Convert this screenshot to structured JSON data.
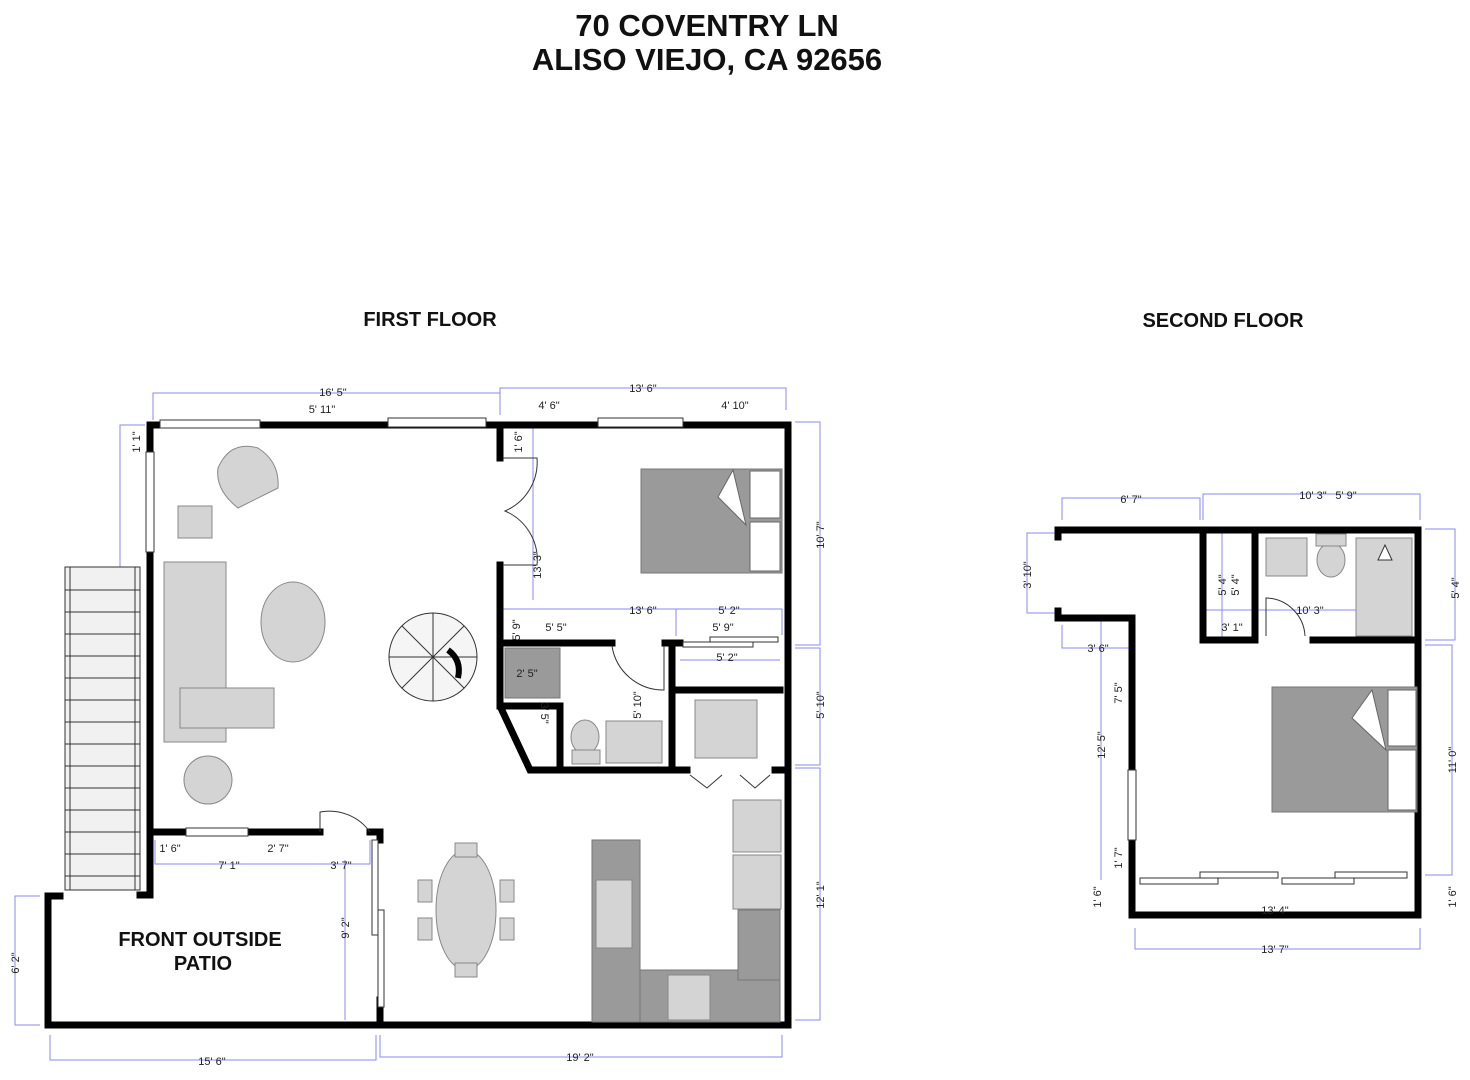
{
  "header": {
    "address_line1": "70 COVENTRY LN",
    "address_line2": "ALISO VIEJO, CA 92656"
  },
  "first_floor": {
    "label": "FIRST FLOOR",
    "room_labels": {
      "patio_line1": "FRONT OUTSIDE",
      "patio_line2": "PATIO"
    },
    "dims": [
      "16' 5\"",
      "5' 11\"",
      "13' 6\"",
      "4' 6\"",
      "4' 10\"",
      "1' 1\"",
      "1' 6\"",
      "13' 3\"",
      "10' 7\"",
      "13' 6\"",
      "5' 2\"",
      "5' 9\"",
      "5' 5\"",
      "5' 9\"",
      "5' 2\"",
      "2' 5\"",
      "3' 5\"",
      "5' 10\"",
      "5' 10\"",
      "12' 1\"",
      "1' 6\"",
      "2' 7\"",
      "7' 1\"",
      "3' 7\"",
      "9' 2\"",
      "6' 2\"",
      "15' 6\"",
      "19' 2\""
    ]
  },
  "second_floor": {
    "label": "SECOND FLOOR",
    "dims": [
      "6' 7\"",
      "10' 3\"",
      "5' 9\"",
      "3' 10\"",
      "5' 4\"",
      "5' 4\"",
      "5' 4\"",
      "3' 1\"",
      "10' 3\"",
      "3' 6\"",
      "7' 5\"",
      "12' 5\"",
      "11' 0\"",
      "1' 7\"",
      "1' 6\"",
      "1' 6\"",
      "13' 4\"",
      "13' 7\""
    ]
  },
  "colors": {
    "wall": "#000000",
    "dimension_line": "#8a8af0",
    "furniture": "#d4d4d4",
    "bed": "#9a9a9a"
  }
}
